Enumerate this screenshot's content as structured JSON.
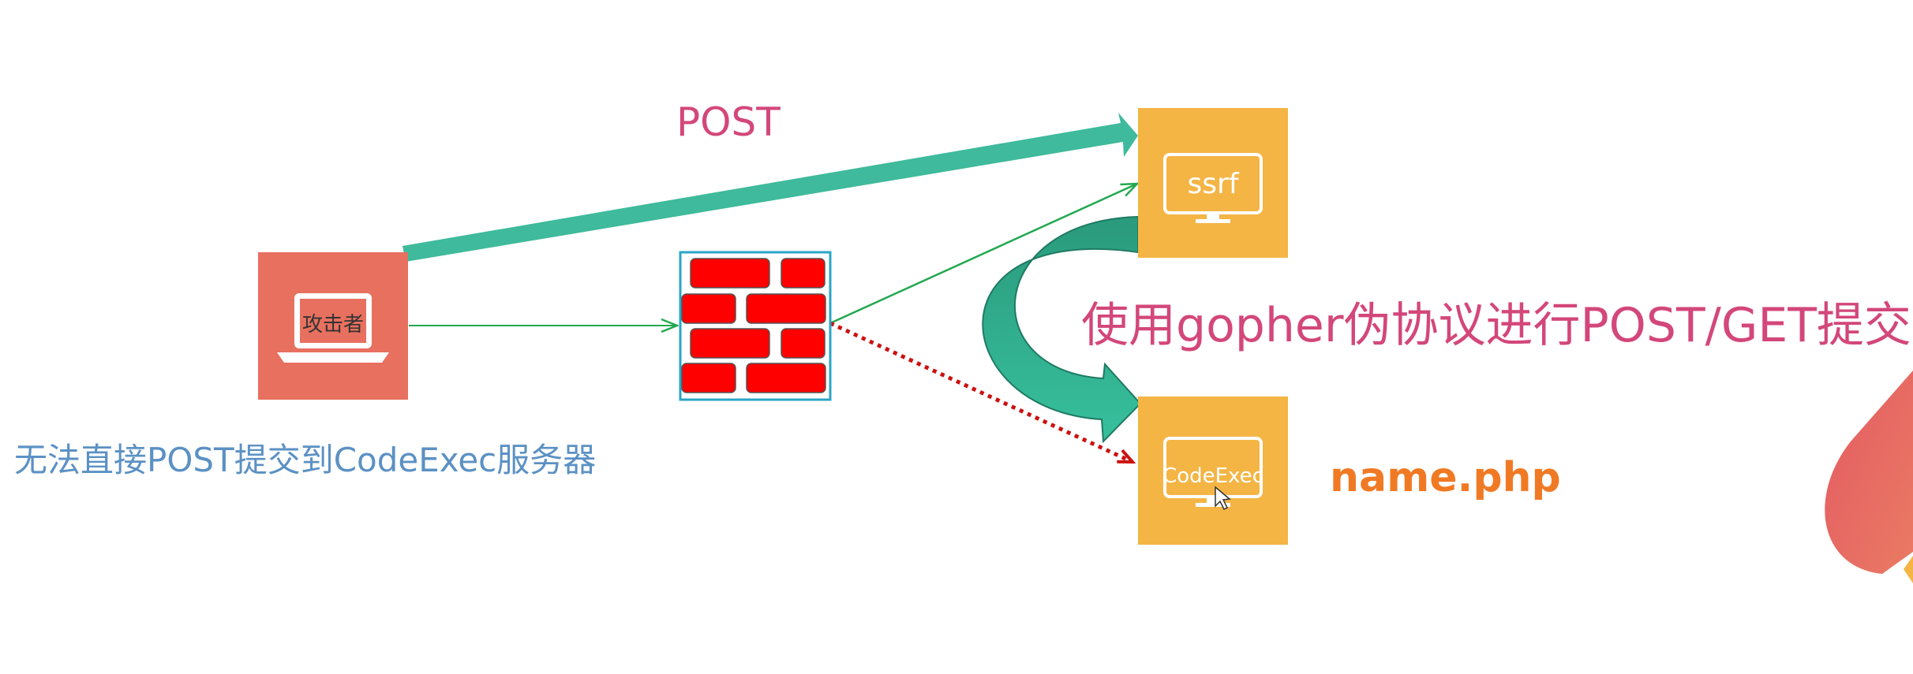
{
  "diagram": {
    "post_label": "POST",
    "gopher_label": "使用gopher伪协议进行POST/GET提交",
    "cannot_label": "无法直接POST提交到CodeExec服务器",
    "php_label": "name.php",
    "attacker": {
      "label": "攻击者",
      "icon": "laptop-icon",
      "color": "#e8705f"
    },
    "firewall": {
      "icon": "brick-wall-icon",
      "color": "#ff0000",
      "border_color": "#2aa6c7"
    },
    "ssrf_server": {
      "label": "ssrf",
      "icon": "monitor-icon",
      "color": "#f4b545"
    },
    "codeexec_server": {
      "label": "CodeExec",
      "icon": "monitor-icon",
      "color": "#f4b545"
    },
    "colors": {
      "arrow_teal": "#3fba9c",
      "arrow_green": "#22a84f",
      "arrow_red": "#cc1111",
      "accent_pink": "#d3477a",
      "accent_blue": "#5b91c4",
      "accent_orange": "#f07a24"
    }
  }
}
